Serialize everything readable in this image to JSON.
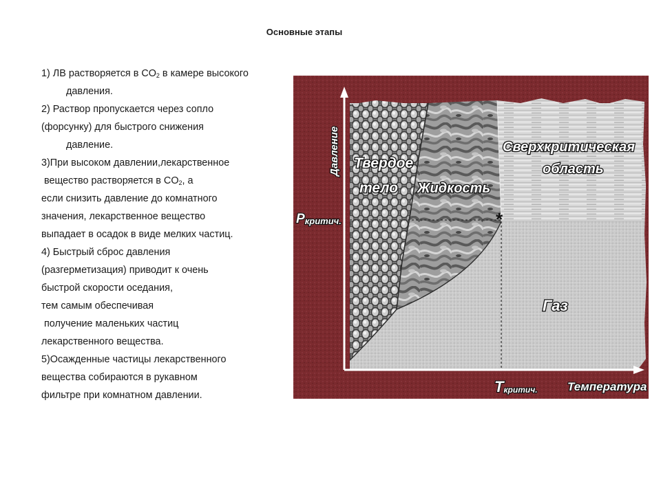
{
  "slide": {
    "title": "Основные этапы",
    "steps": [
      {
        "kind": "plain",
        "text": "1) ЛВ растворяется в CO",
        "sub": "2",
        "after": " в камере высокого"
      },
      {
        "kind": "ind",
        "text": "давления."
      },
      {
        "kind": "plain",
        "text": "2) Раствор пропускается  через сопло"
      },
      {
        "kind": "plain",
        "text": "(форсунку) для быстрого снижения"
      },
      {
        "kind": "ind",
        "text": "давление."
      },
      {
        "kind": "plain",
        "text": "3)При высоком давлении,лекарственное"
      },
      {
        "kind": "ind-small",
        "text": "вещество  растворяется в CO",
        "sub": "2",
        "after": ", а"
      },
      {
        "kind": "plain",
        "text": "если снизить давление до комнатного"
      },
      {
        "kind": "plain",
        "text": "значения, лекарственное вещество"
      },
      {
        "kind": "plain",
        "text": "выпадает в осадок в виде мелких частиц."
      },
      {
        "kind": "plain",
        "text": "4) Быстрый сброс давления"
      },
      {
        "kind": "plain",
        "text": "(разгерметизация) приводит к очень"
      },
      {
        "kind": "plain",
        "text": "быстрой скорости оседания,"
      },
      {
        "kind": "plain",
        "text": "тем самым обеспечивая"
      },
      {
        "kind": "ind-small",
        "text": "получение маленьких частиц"
      },
      {
        "kind": "plain",
        "text": "лекарственного вещества."
      },
      {
        "kind": "plain",
        "text": "5)Осажденные частицы лекарственного"
      },
      {
        "kind": "plain",
        "text": "вещества собираются в рукавном"
      },
      {
        "kind": "plain",
        "text": "фильтре при комнатном давлении."
      }
    ]
  },
  "diagram": {
    "regions": {
      "solid_line1": "Твердое",
      "solid_line2": "тело",
      "liquid": "Жидкость",
      "supercritical_line1": "Сверхкритическая",
      "supercritical_line2": "область",
      "gas": "Газ"
    },
    "axes": {
      "y_label": "Давление",
      "x_label": "Температура",
      "p_crit_main": "P",
      "p_crit_sub": "критич.",
      "t_crit_main": "T",
      "t_crit_sub": "критич."
    },
    "critical_point_marker": "*",
    "colors": {
      "frame": "#7b2a2e",
      "frame_dark": "#5e1c20",
      "axis": "#ffffff",
      "label": "#ffffff",
      "label_outline": "#111111"
    }
  }
}
